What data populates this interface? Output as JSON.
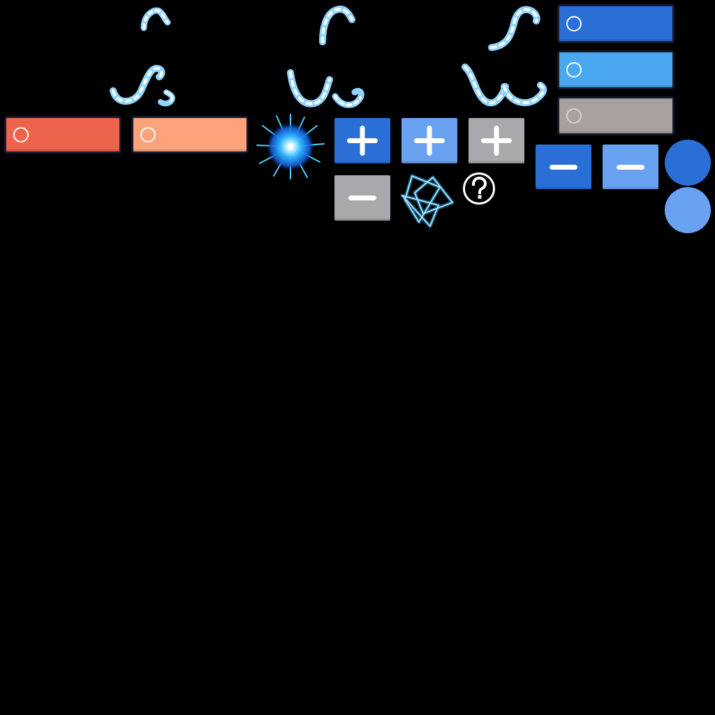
{
  "palette": {
    "blue_dark": "#2a6fd6",
    "blue_light": "#4aa8f0",
    "blue_mid": "#6aa2f2",
    "gray": "#a7a9ac",
    "gray_warm": "#a9a19f",
    "red": "#ee634c",
    "salmon": "#fda37c",
    "outline": "#121a2c",
    "glow": "#4fd0ff",
    "ice": "#8fd4ff"
  },
  "sprites": [
    {
      "name": "red-bar",
      "kind": "bar",
      "color": "red"
    },
    {
      "name": "salmon-bar",
      "kind": "bar",
      "color": "salmon"
    },
    {
      "name": "blue-bar-dark",
      "kind": "bar",
      "color": "blue_dark"
    },
    {
      "name": "blue-bar-light",
      "kind": "bar",
      "color": "blue_light"
    },
    {
      "name": "gray-bar-disabled",
      "kind": "bar",
      "color": "gray_warm"
    },
    {
      "name": "plus-tile-dark",
      "kind": "plus",
      "color": "blue_dark"
    },
    {
      "name": "plus-tile-light",
      "kind": "plus",
      "color": "blue_mid"
    },
    {
      "name": "plus-tile-gray",
      "kind": "plus",
      "color": "gray"
    },
    {
      "name": "minus-tile-gray",
      "kind": "minus",
      "color": "gray"
    },
    {
      "name": "minus-tile-dark",
      "kind": "minus",
      "color": "blue_dark"
    },
    {
      "name": "minus-tile-light",
      "kind": "minus",
      "color": "blue_mid"
    },
    {
      "name": "circle-dark",
      "kind": "circle",
      "color": "blue_dark"
    },
    {
      "name": "circle-light",
      "kind": "circle",
      "color": "blue_mid"
    },
    {
      "name": "glow-burst-icon",
      "kind": "burst",
      "color": "glow"
    },
    {
      "name": "shard-star-icon",
      "kind": "shards",
      "color": "glow"
    },
    {
      "name": "help-icon",
      "kind": "help",
      "color": "#ffffff"
    },
    {
      "name": "ice-swirl-1",
      "kind": "swirl",
      "color": "ice"
    },
    {
      "name": "ice-swirl-2",
      "kind": "swirl",
      "color": "ice"
    },
    {
      "name": "ice-swirl-3",
      "kind": "swirl",
      "color": "ice"
    },
    {
      "name": "ice-swirl-4",
      "kind": "swirl",
      "color": "ice"
    },
    {
      "name": "ice-swirl-5",
      "kind": "swirl",
      "color": "ice"
    },
    {
      "name": "ice-swirl-6",
      "kind": "swirl",
      "color": "ice"
    }
  ]
}
